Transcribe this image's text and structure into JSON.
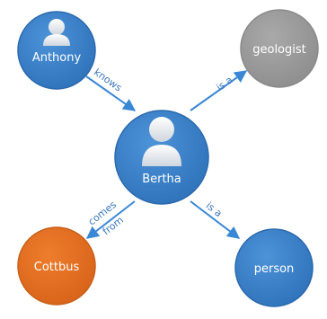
{
  "colors": {
    "background": "#ffffff",
    "edge": "#3a87d6",
    "node_blue": "#3b82cc",
    "node_blue_ring": "#2c69ad",
    "node_gray": "#9a9a9a",
    "node_gray_ring": "#8a8a8a",
    "node_orange": "#e46f1f",
    "node_orange_ring": "#c9601a",
    "label_text": "#3b78c0"
  },
  "nodes": [
    {
      "id": "anthony",
      "label": "Anthony",
      "icon": "person-icon",
      "color": "blue"
    },
    {
      "id": "bertha",
      "label": "Bertha",
      "icon": "person-icon",
      "color": "blue"
    },
    {
      "id": "geologist",
      "label": "geologist",
      "color": "gray"
    },
    {
      "id": "cottbus",
      "label": "Cottbus",
      "color": "orange"
    },
    {
      "id": "person",
      "label": "person",
      "color": "blue"
    }
  ],
  "edges": [
    {
      "from": "anthony",
      "to": "bertha",
      "label": "knows"
    },
    {
      "from": "bertha",
      "to": "geologist",
      "label": "is a"
    },
    {
      "from": "bertha",
      "to": "cottbus",
      "label_line1": "comes",
      "label_line2": "from"
    },
    {
      "from": "bertha",
      "to": "person",
      "label": "is a"
    }
  ]
}
